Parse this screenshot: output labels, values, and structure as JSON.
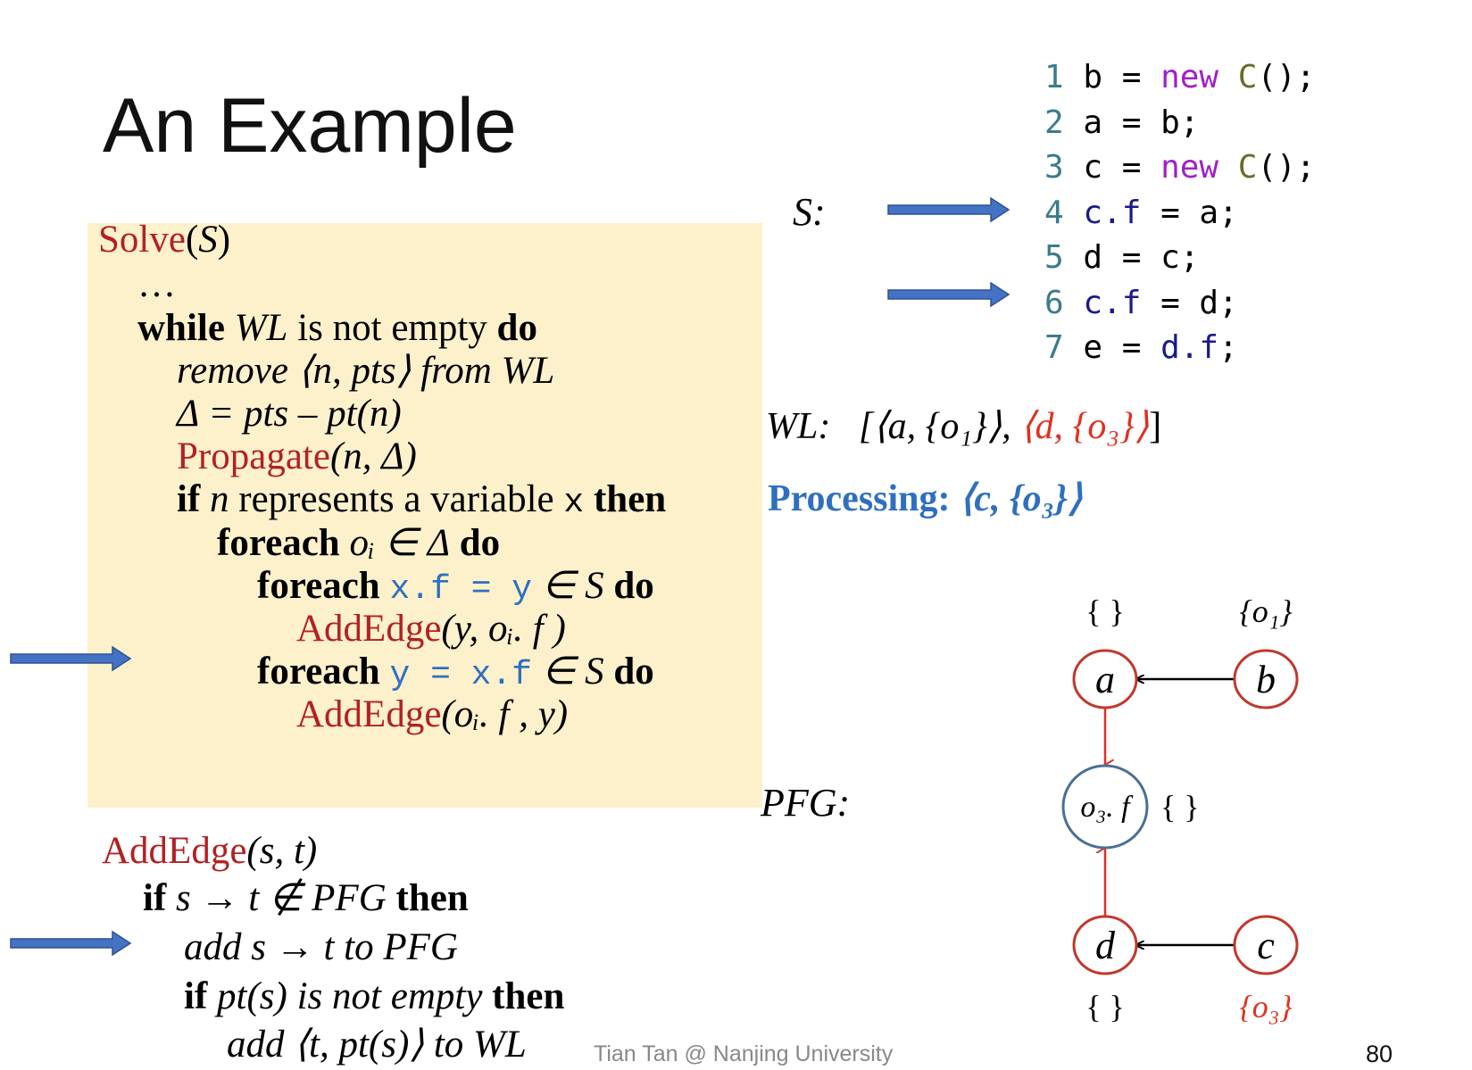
{
  "title": "An Example",
  "algorithm": {
    "solve_header": "Solve",
    "solve_param": "S",
    "ellipsis": "…",
    "while_kw": "while",
    "wl": "WL",
    "is_not_empty": "is not empty",
    "do_kw": "do",
    "remove_text": "remove ⟨n, pts⟩ from",
    "delta_line": "Δ = pts – pt(n)",
    "propagate": "Propagate",
    "propagate_args": "(n, Δ)",
    "if_kw": "if",
    "n_var": "n",
    "represents_text": "represents a variable",
    "x_var": "x",
    "then_kw": "then",
    "foreach_kw": "foreach",
    "oi_in_delta": "oᵢ ∈ Δ",
    "store_stmt": "x.f = y",
    "in_s": "∈ S",
    "add_edge": "AddEdge",
    "add_edge_args_1": "(y, oᵢ. f )",
    "load_stmt": "y = x.f",
    "add_edge_args_2": "(oᵢ. f , y)"
  },
  "add_edge_proc": {
    "header": "AddEdge",
    "params": "(s, t)",
    "if_kw": "if",
    "cond": "s → t ∉ PFG",
    "then_kw": "then",
    "add_line": "add s → t to PFG",
    "if2_kw": "if",
    "cond2": "pt(s) is not empty",
    "then2_kw": "then",
    "add_wl_line": "add ⟨t, pt(s)⟩ to WL"
  },
  "code": {
    "label": "S:",
    "lines": [
      {
        "num": "1",
        "text": "b = new C();"
      },
      {
        "num": "2",
        "text": "a = b;"
      },
      {
        "num": "3",
        "text": "c = new C();"
      },
      {
        "num": "4",
        "text": "c.f = a;"
      },
      {
        "num": "5",
        "text": "d = c;"
      },
      {
        "num": "6",
        "text": "c.f = d;"
      },
      {
        "num": "7",
        "text": "e = d.f;"
      }
    ]
  },
  "worklist": {
    "label": "WL:",
    "entry1": "[⟨a, {o₁}⟩, ",
    "entry2": "⟨d, {o₃}⟩",
    "close": "]"
  },
  "processing": {
    "label": "Processing:",
    "value": "⟨c, {o₃}⟩"
  },
  "pfg": {
    "label": "PFG:",
    "nodes": {
      "a": {
        "label": "a",
        "pts": "{ }"
      },
      "b": {
        "label": "b",
        "pts": "{o₁}"
      },
      "of": {
        "label": "o₃. f",
        "pts": "{ }"
      },
      "d": {
        "label": "d",
        "pts": "{ }"
      },
      "c": {
        "label": "c",
        "pts": "{o₃}"
      }
    }
  },
  "footer": "Tian Tan @ Nanjing University",
  "page_number": "80",
  "colors": {
    "algo_bg": "#fdf1cc",
    "keyword_red": "#b22222",
    "accent_blue": "#2f6fc0",
    "arrow_blue": "#4472c4",
    "var_node_red": "#c0392b",
    "obj_node_blue": "#4a6f96"
  }
}
